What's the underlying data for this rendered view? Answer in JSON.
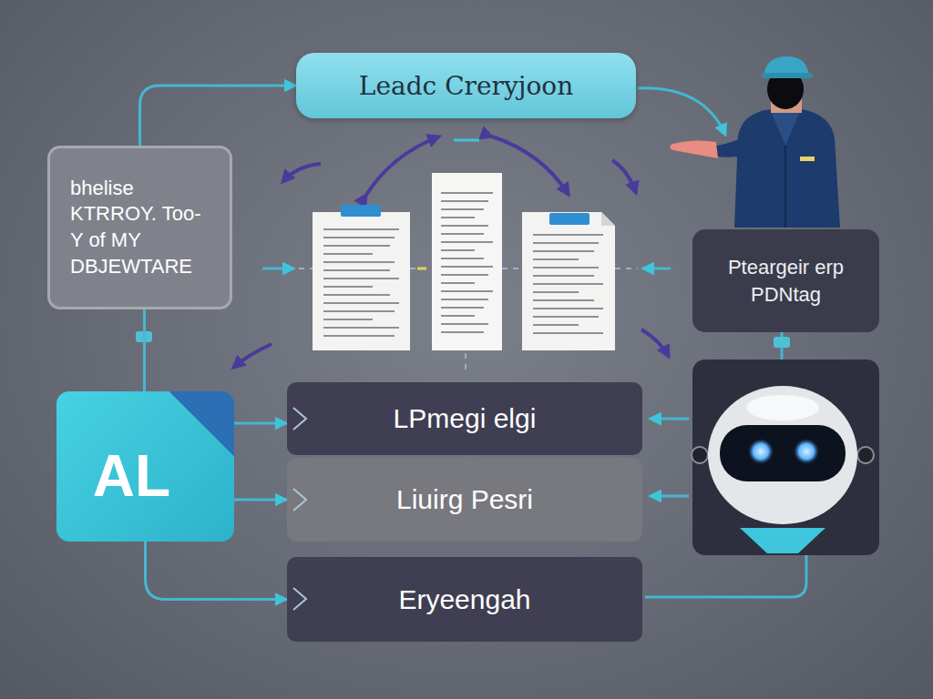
{
  "diagram": {
    "nodes": [
      {
        "text": [
          "Leadc Creryjoon"
        ]
      },
      {
        "text": [
          "bhelise KTRROY. Too-Y of MY DBJEWTARE"
        ]
      },
      {
        "text": [
          "Pteargeir erp PDNtag"
        ]
      },
      {
        "text": [
          "AL"
        ]
      },
      {
        "text": [
          "LPmegi elgi"
        ]
      },
      {
        "text": [
          "Liuirg Pesri"
        ]
      },
      {
        "text": [
          "Eryeengah"
        ]
      }
    ],
    "edges": [
      {
        "from": 1,
        "to": 0,
        "arrow": "to"
      },
      {
        "from": 1,
        "to": 3,
        "arrow": "none"
      },
      {
        "from": 3,
        "to": 4,
        "arrow": "to"
      },
      {
        "from": 3,
        "to": 5,
        "arrow": "to"
      },
      {
        "from": 3,
        "to": 6,
        "arrow": "to"
      }
    ]
  }
}
